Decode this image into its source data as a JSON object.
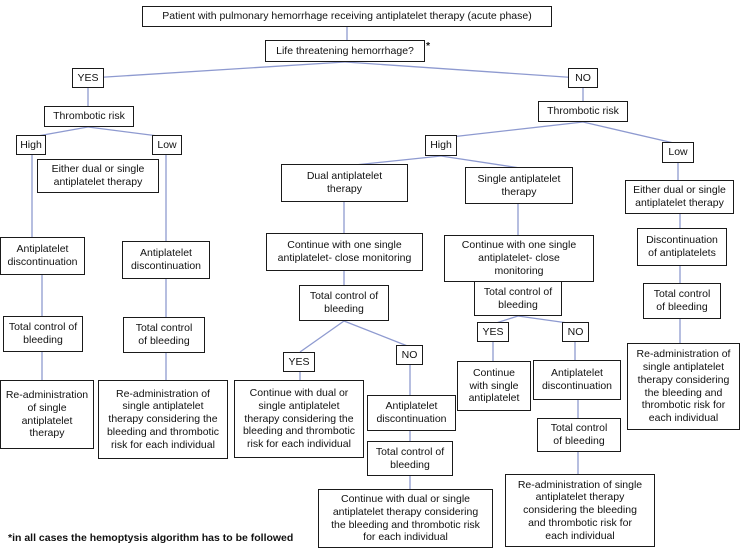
{
  "root": "Patient with pulmonary hemorrhage receiving antiplatelet therapy (acute phase)",
  "question": "Life threatening hemorrhage?",
  "question_mark": "*",
  "yes_branch": {
    "label": "YES",
    "thrombotic_risk": "Thrombotic risk",
    "high": {
      "label": "High",
      "therapy": "Either dual or single\nantiplatelet therapy",
      "discontinuation": "Antiplatelet\ndiscontinuation",
      "control": "Total control of\nbleeding",
      "readmin": "Re-administration\nof single\nantiplatelet\ntherapy"
    },
    "low": {
      "label": "Low",
      "discontinuation": "Antiplatelet\ndiscontinuation",
      "control": "Total control\nof bleeding",
      "readmin": "Re-administration of\nsingle antiplatelet\ntherapy considering the\nbleeding and thrombotic\nrisk for each individual"
    }
  },
  "no_branch": {
    "label": "NO",
    "thrombotic_risk": "Thrombotic risk",
    "high": {
      "label": "High",
      "dual": {
        "title": "Dual antiplatelet\ntherapy",
        "continue": "Continue with one single\nantiplatelet- close monitoring",
        "control": "Total control of\nbleeding",
        "yes": "YES",
        "yes_result": "Continue with dual or\nsingle antiplatelet\ntherapy considering the\nbleeding and thrombotic\nrisk for each individual",
        "no": "NO",
        "discontinuation": "Antiplatelet\ndiscontinuation",
        "control2": "Total control of\nbleeding",
        "no_result": "Continue with dual or  single\nantiplatelet therapy considering\nthe bleeding and thrombotic risk\nfor each individual"
      },
      "single": {
        "title": "Single antiplatelet\ntherapy",
        "continue": "Continue with one single\nantiplatelet- close\nmonitoring",
        "control": "Total control of\nbleeding",
        "yes": "YES",
        "yes_result": "Continue\nwith single\nantiplatelet",
        "no": "NO",
        "discontinuation": "Antiplatelet\ndiscontinuation",
        "control2": "Total control\nof bleeding",
        "no_result": "Re-administration of single\nantiplatelet therapy\nconsidering the bleeding\nand thrombotic risk for\neach individual"
      }
    },
    "low": {
      "label": "Low",
      "therapy": "Either dual or single\nantiplatelet therapy",
      "discontinuation": "Discontinuation\nof antiplatelets",
      "control": "Total control\nof bleeding",
      "readmin": "Re-administration of\nsingle antiplatelet\ntherapy considering\nthe bleeding and\nthrombotic risk for\neach individual"
    }
  },
  "footnote": "*in all cases the hemoptysis algorithm has to be followed",
  "colors": {
    "connector": "#8e9ad0",
    "border": "#1a1a1a",
    "background": "#ffffff"
  }
}
